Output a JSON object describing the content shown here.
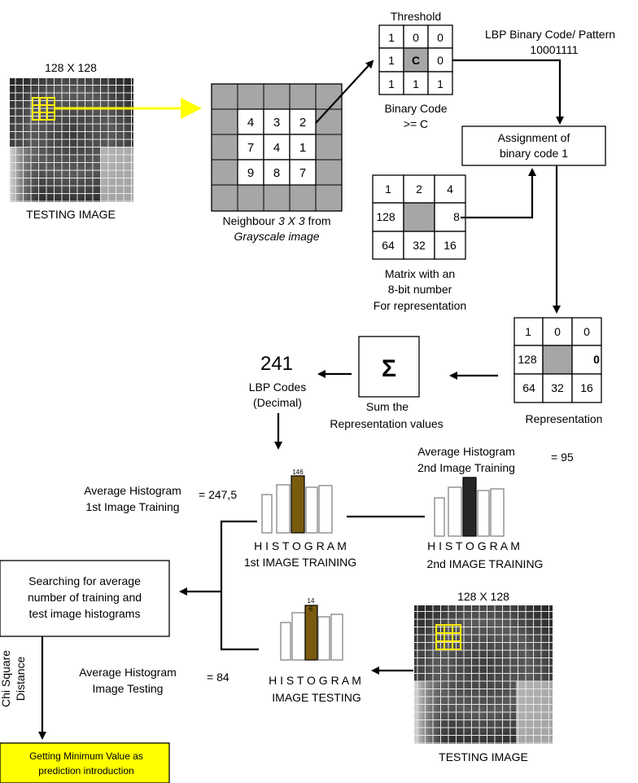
{
  "testing_image_top": {
    "size": "128 X 128",
    "caption": "TESTING IMAGE"
  },
  "neighbour": {
    "values": [
      "4",
      "3",
      "2",
      "7",
      "4",
      "1",
      "9",
      "8",
      "7"
    ],
    "caption_1": "Neighbour ",
    "caption_1_em": "3 X 3",
    "caption_1_end": " from",
    "caption_2": "Grayscale image"
  },
  "threshold": {
    "title": "Threshold",
    "values": [
      "1",
      "0",
      "0",
      "1",
      "C",
      "0",
      "1",
      "1",
      "1"
    ],
    "caption_1": "Binary Code",
    "caption_2": ">= C"
  },
  "lbp_pattern": {
    "label": "LBP Binary Code/ Pattern",
    "value": "10001111"
  },
  "assignment": {
    "line1": "Assignment of",
    "line2": "binary code 1"
  },
  "weights": {
    "values": [
      "1",
      "2",
      "4",
      "128",
      "",
      "8",
      "64",
      "32",
      "16"
    ],
    "caption_1": "Matrix with an",
    "caption_2": "8-bit number",
    "caption_3": "For representation"
  },
  "representation": {
    "values": [
      "1",
      "0",
      "0",
      "128",
      "",
      "0",
      "64",
      "32",
      "16"
    ],
    "caption": "Representation"
  },
  "sum": {
    "symbol": "Σ",
    "caption_1": "Sum the",
    "caption_2": "Representation values"
  },
  "lbp_code": {
    "value": "241",
    "caption_1": "LBP Codes",
    "caption_2": "(Decimal)"
  },
  "hist_train1": {
    "avg_label_1": "Average Histogram",
    "avg_label_2": "1st Image Training",
    "avg_value": "= 247,5",
    "bar_label": "146",
    "title": "H I S T O G R A M",
    "subtitle": "1st IMAGE TRAINING",
    "highlight_color": "#7a5a0f"
  },
  "hist_train2": {
    "avg_label_1": "Average Histogram",
    "avg_label_2": "2nd Image Training",
    "avg_value": "= 95",
    "title": "H I S T O G R A M",
    "subtitle": "2nd IMAGE TRAINING",
    "highlight_color": "#262626"
  },
  "hist_test": {
    "avg_label_1": "Average Histogram",
    "avg_label_2": "Image Testing",
    "avg_value": "= 84",
    "bar_label_1": "14",
    "bar_label_2": "6",
    "title": "H I S T O G R A M",
    "subtitle": "IMAGE TESTING",
    "highlight_color": "#7a5a0f"
  },
  "testing_image_bottom": {
    "size": "128 X 128",
    "caption": "TESTING IMAGE"
  },
  "search_box": {
    "line1": "Searching for average",
    "line2": "number of training and",
    "line3": "test image histograms"
  },
  "chi_label": {
    "line1": "Chi Square",
    "line2": "Distance"
  },
  "result_box": {
    "line1": "Getting Minimum Value as",
    "line2": "prediction introduction",
    "fill": "#ffff00"
  },
  "colors": {
    "arrow_yellow": "#ffff00",
    "grid_highlight": "#ffee00"
  }
}
